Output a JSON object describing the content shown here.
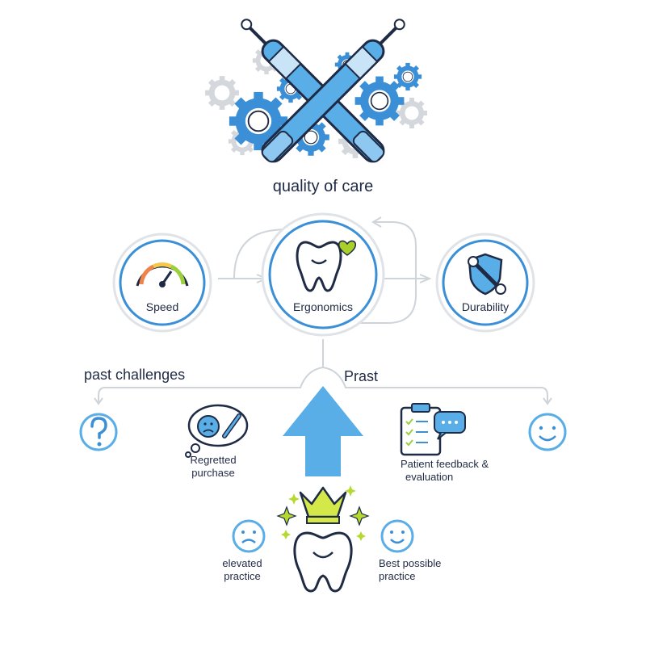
{
  "title": "quality of care",
  "nodes": {
    "speed": "Speed",
    "ergonomics": "Ergonomics",
    "durability": "Durability"
  },
  "branches": {
    "left_label": "past challenges",
    "right_label": "Prast"
  },
  "outcomes": {
    "regretted_line1": "Regretted",
    "regretted_line2": "purchase",
    "feedback_line1": "Patient feedback &",
    "feedback_line2": "evaluation",
    "elevated_line1": "elevated",
    "elevated_line2": "practice",
    "best_line1": "Best possible",
    "best_line2": "practice"
  },
  "icons": {
    "top": "crossed-handpieces-gears-icon",
    "speed": "speedometer-icon",
    "ergonomics": "tooth-heart-icon",
    "durability": "shield-wrench-icon",
    "question": "question-mark-icon",
    "regretted": "sad-thought-bubble-icon",
    "up_arrow": "up-arrow-icon",
    "crown": "crown-sparkles-icon",
    "tooth_bottom": "smiling-tooth-icon",
    "clipboard": "clipboard-chat-icon",
    "smiley": "smiley-face-icon",
    "sad_face": "sad-face-icon",
    "happy_face": "happy-face-icon"
  },
  "colors": {
    "primary_blue": "#3a8fd6",
    "light_blue": "#5aaee8",
    "navy": "#1f2a44",
    "lime": "#b6d92f",
    "gray": "#c8cdd3"
  }
}
